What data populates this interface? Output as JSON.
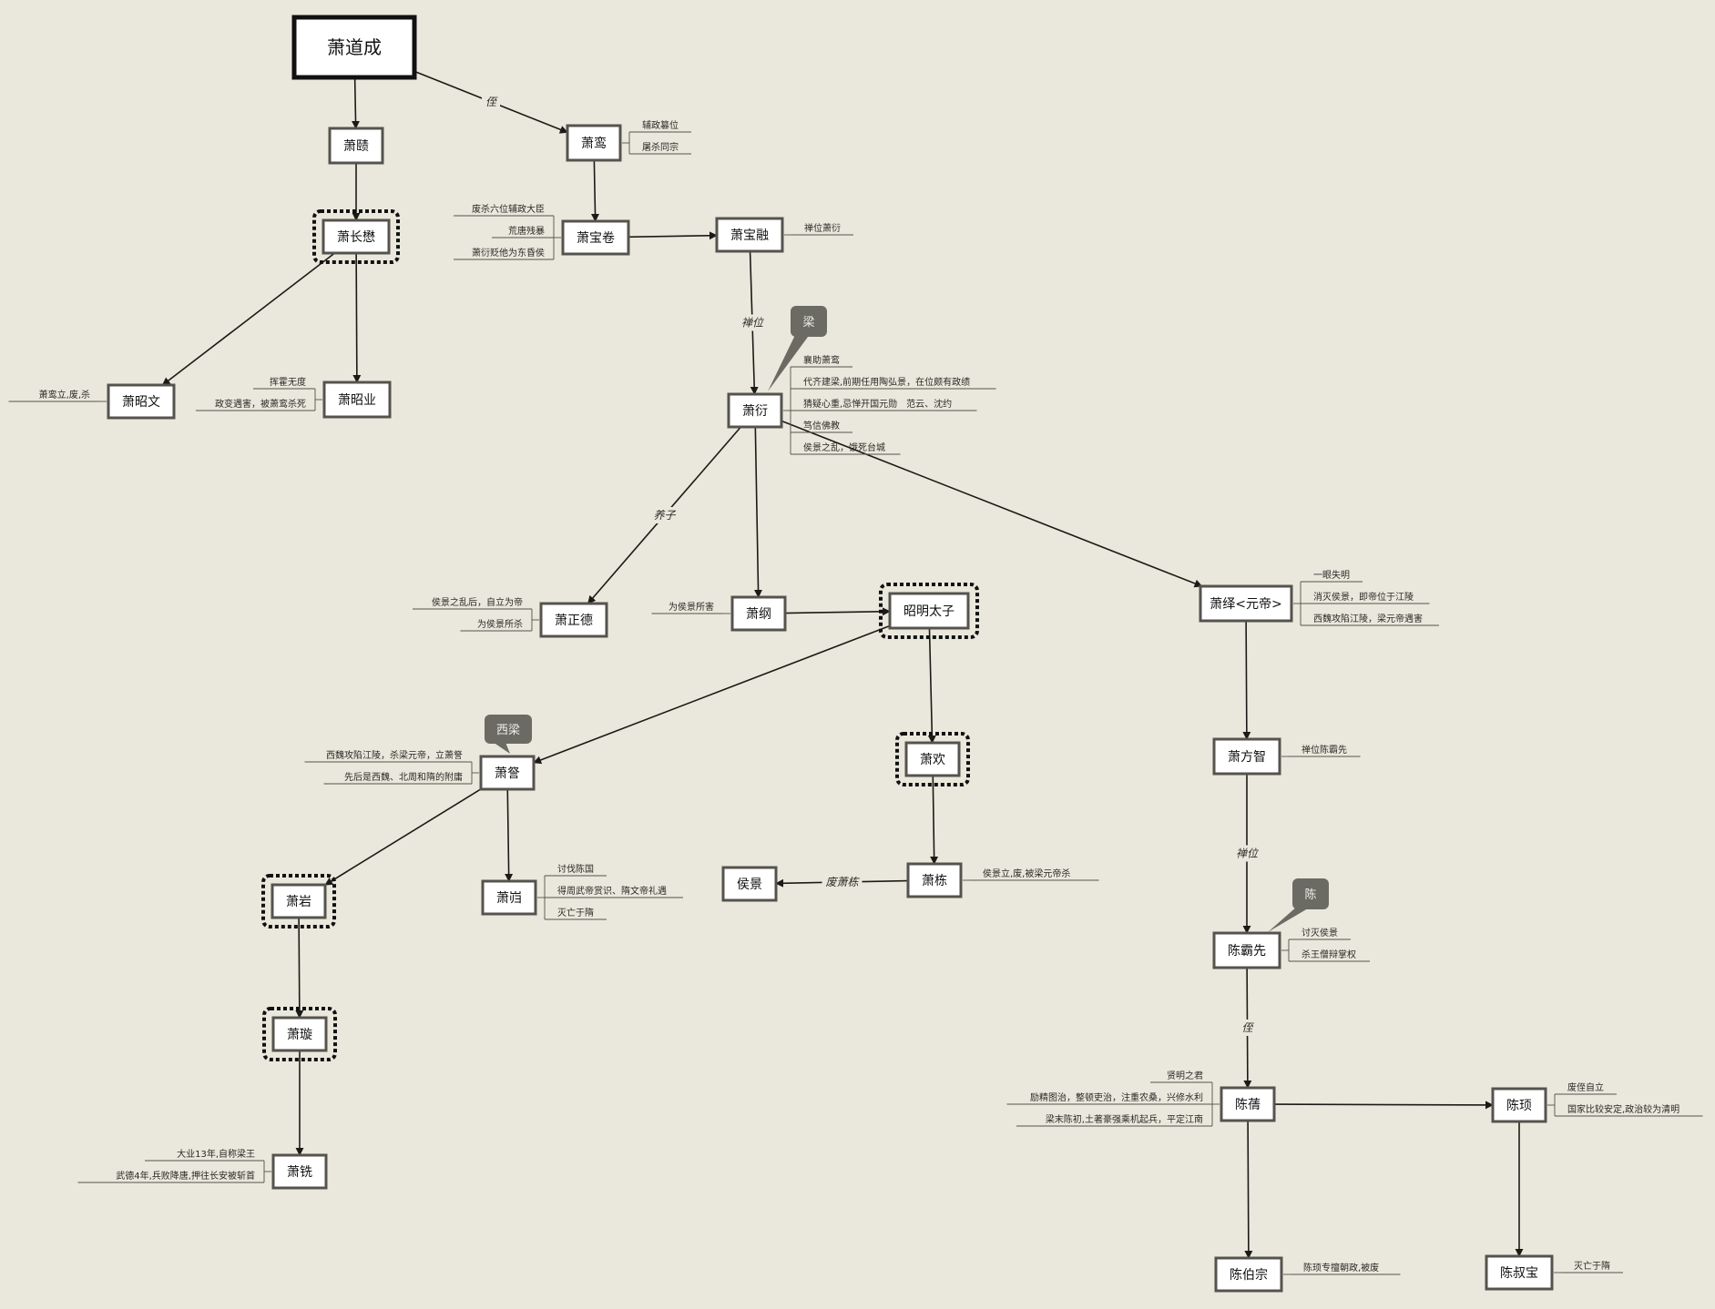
{
  "nodes": [
    {
      "id": "daocheng",
      "label": "萧道成",
      "root": true
    },
    {
      "id": "ze",
      "label": "萧赜"
    },
    {
      "id": "luan",
      "label": "萧鸾"
    },
    {
      "id": "changmao",
      "label": "萧长懋",
      "dotted": true
    },
    {
      "id": "baojuan",
      "label": "萧宝卷"
    },
    {
      "id": "baorong",
      "label": "萧宝融"
    },
    {
      "id": "zhaowen",
      "label": "萧昭文"
    },
    {
      "id": "zhaoye",
      "label": "萧昭业"
    },
    {
      "id": "yan",
      "label": "萧衍"
    },
    {
      "id": "zhengde",
      "label": "萧正德"
    },
    {
      "id": "gang",
      "label": "萧纲"
    },
    {
      "id": "zhaoming",
      "label": "昭明太子",
      "dotted": true
    },
    {
      "id": "yi",
      "label": "萧绎<元帝>"
    },
    {
      "id": "cha",
      "label": "萧詧"
    },
    {
      "id": "huan",
      "label": "萧欢",
      "dotted": true
    },
    {
      "id": "fangzhi",
      "label": "萧方智"
    },
    {
      "id": "yan2",
      "label": "萧岩",
      "dotted": true
    },
    {
      "id": "kui",
      "label": "萧岿"
    },
    {
      "id": "houjing",
      "label": "侯景"
    },
    {
      "id": "dong",
      "label": "萧栋"
    },
    {
      "id": "baxian",
      "label": "陈霸先"
    },
    {
      "id": "cong",
      "label": "萧璇",
      "dotted": true
    },
    {
      "id": "qian",
      "label": "陈蒨"
    },
    {
      "id": "xu",
      "label": "陈顼"
    },
    {
      "id": "xian",
      "label": "萧铣"
    },
    {
      "id": "bozong",
      "label": "陈伯宗"
    },
    {
      "id": "shubao",
      "label": "陈叔宝"
    }
  ],
  "edges": [
    {
      "from": "daocheng",
      "to": "ze",
      "label": ""
    },
    {
      "from": "daocheng",
      "to": "luan",
      "label": "侄"
    },
    {
      "from": "ze",
      "to": "changmao",
      "label": ""
    },
    {
      "from": "luan",
      "to": "baojuan",
      "label": ""
    },
    {
      "from": "baojuan",
      "to": "baorong",
      "label": ""
    },
    {
      "from": "changmao",
      "to": "zhaowen",
      "label": ""
    },
    {
      "from": "changmao",
      "to": "zhaoye",
      "label": ""
    },
    {
      "from": "baorong",
      "to": "yan",
      "label": "禅位"
    },
    {
      "from": "yan",
      "to": "zhengde",
      "label": "养子"
    },
    {
      "from": "yan",
      "to": "gang",
      "label": ""
    },
    {
      "from": "yan",
      "to": "yi",
      "label": ""
    },
    {
      "from": "gang",
      "to": "zhaoming",
      "label": ""
    },
    {
      "from": "zhaoming",
      "to": "cha",
      "label": ""
    },
    {
      "from": "zhaoming",
      "to": "huan",
      "label": ""
    },
    {
      "from": "huan",
      "to": "dong",
      "label": ""
    },
    {
      "from": "dong",
      "to": "houjing",
      "label": "废萧栋"
    },
    {
      "from": "yi",
      "to": "fangzhi",
      "label": ""
    },
    {
      "from": "fangzhi",
      "to": "baxian",
      "label": "禅位"
    },
    {
      "from": "cha",
      "to": "yan2",
      "label": ""
    },
    {
      "from": "cha",
      "to": "kui",
      "label": ""
    },
    {
      "from": "yan2",
      "to": "cong",
      "label": ""
    },
    {
      "from": "cong",
      "to": "xian",
      "label": ""
    },
    {
      "from": "baxian",
      "to": "qian",
      "label": "侄"
    },
    {
      "from": "qian",
      "to": "xu",
      "label": ""
    },
    {
      "from": "qian",
      "to": "bozong",
      "label": ""
    },
    {
      "from": "xu",
      "to": "shubao",
      "label": ""
    }
  ],
  "callouts": [
    {
      "node": "yan",
      "text": "梁"
    },
    {
      "node": "cha",
      "text": "西梁"
    },
    {
      "node": "baxian",
      "text": "陈"
    }
  ],
  "notes": [
    {
      "node": "luan",
      "side": "right",
      "items": [
        "辅政篡位",
        "屠杀同宗"
      ]
    },
    {
      "node": "baojuan",
      "side": "left",
      "items": [
        "废杀六位辅政大臣",
        "荒唐残暴",
        "萧衍贬他为东昏侯"
      ]
    },
    {
      "node": "baorong",
      "side": "right",
      "items": [
        "禅位萧衍"
      ]
    },
    {
      "node": "zhaowen",
      "side": "left",
      "items": [
        "萧鸾立,废,杀"
      ]
    },
    {
      "node": "zhaoye",
      "side": "left",
      "items": [
        "挥霍无度",
        "政变遇害，被萧鸾杀死"
      ]
    },
    {
      "node": "yan",
      "side": "right",
      "items": [
        "襄助萧鸾",
        "代齐建梁,前期任用陶弘景，在位颇有政绩",
        "猜疑心重,忌惮开国元勋　范云、沈约",
        "笃信佛教",
        "侯景之乱，饿死台城"
      ]
    },
    {
      "node": "zhengde",
      "side": "left",
      "items": [
        "侯景之乱后，自立为帝",
        "为侯景所杀"
      ]
    },
    {
      "node": "gang",
      "side": "left",
      "items": [
        "为侯景所害"
      ]
    },
    {
      "node": "yi",
      "side": "right",
      "items": [
        "一眼失明",
        "消灭侯景，即帝位于江陵",
        "西魏攻陷江陵，梁元帝遇害"
      ]
    },
    {
      "node": "cha",
      "side": "left",
      "items": [
        "西魏攻陷江陵，杀梁元帝，立萧詧",
        "先后是西魏、北周和隋的附庸"
      ]
    },
    {
      "node": "fangzhi",
      "side": "right",
      "items": [
        "禅位陈霸先"
      ]
    },
    {
      "node": "kui",
      "side": "right",
      "items": [
        "讨伐陈国",
        "得周武帝赏识、隋文帝礼遇",
        "灭亡于隋"
      ]
    },
    {
      "node": "dong",
      "side": "right",
      "items": [
        "侯景立,废,被梁元帝杀"
      ]
    },
    {
      "node": "baxian",
      "side": "right",
      "items": [
        "讨灭侯景",
        "杀王僧辩掌权"
      ]
    },
    {
      "node": "qian",
      "side": "left",
      "items": [
        "贤明之君",
        "励精图治，整顿吏治，注重农桑，兴修水利",
        "梁末陈初,土著豪强乘机起兵，平定江南"
      ]
    },
    {
      "node": "xu",
      "side": "right",
      "items": [
        "废侄自立",
        "国家比较安定,政治较为清明"
      ]
    },
    {
      "node": "xian",
      "side": "left",
      "items": [
        "大业13年,自称梁王",
        "武德4年,兵败降唐,押往长安被斩首"
      ]
    },
    {
      "node": "bozong",
      "side": "right",
      "items": [
        "陈顼专擅朝政,被废"
      ]
    },
    {
      "node": "shubao",
      "side": "right",
      "items": [
        "灭亡于隋"
      ]
    }
  ]
}
